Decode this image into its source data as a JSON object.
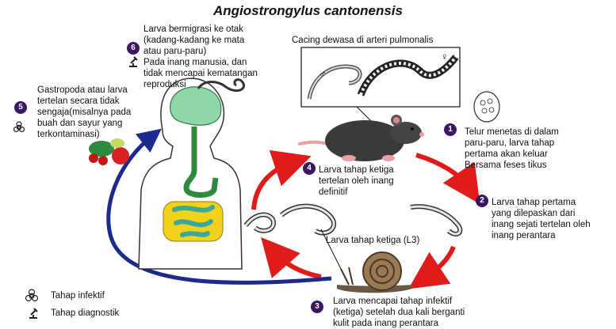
{
  "title": "Angiostrongylus cantonensis",
  "adult_box_label": "Cacing dewasa di arteri pulmonalis",
  "male_symbol": "♂",
  "female_symbol": "♀",
  "steps": [
    {
      "number": "1",
      "text": "Telur menetas di dalam\nparu-paru, larva tahap\npertama akan keluar\nBersama feses tikus"
    },
    {
      "number": "2",
      "text": "Larva tahap pertama\nyang dilepaskan dari\ninang sejati tertelan oleh\ninang perantara"
    },
    {
      "number": "3",
      "text": "Larva mencapai tahap infektif\n(ketiga) setelah dua kali berganti\nkulit pada inang perantara"
    },
    {
      "number": "4",
      "text": "Larva tahap ketiga\ntertelan oleh inang\ndefinitif"
    },
    {
      "number": "5",
      "text": "Gastropoda atau larva\ntertelan secara tidak\nsengaja(misalnya pada\nbuah dan sayur yang\nterkontaminasi)"
    },
    {
      "number": "6",
      "text": "Larva bermigrasi ke otak\n(kadang-kadang ke mata\natau paru-paru)",
      "text2": "Pada inang manusia, dan\ntidak mencapai kematangan\nreproduksi"
    }
  ],
  "l3_label": "Larva tahap ketiga (L3)",
  "legend": {
    "infective": "Tahap infektif",
    "diagnostic": "Tahap diagnostik"
  },
  "colors": {
    "step_badge": "#3a1760",
    "red_arrow": "#e01b1b",
    "blue_arrow": "#1b2a8c",
    "brain": "#8fd6a8",
    "gut_green": "#2e8b3e",
    "intestine_yellow": "#f2d21b",
    "intestine_teal": "#3aa89a"
  },
  "icons": [
    "biohazard-icon",
    "microscope-icon",
    "rat-icon",
    "snail-icon",
    "brain-icon",
    "fruit-icon",
    "worm-icon",
    "egg-icon"
  ]
}
